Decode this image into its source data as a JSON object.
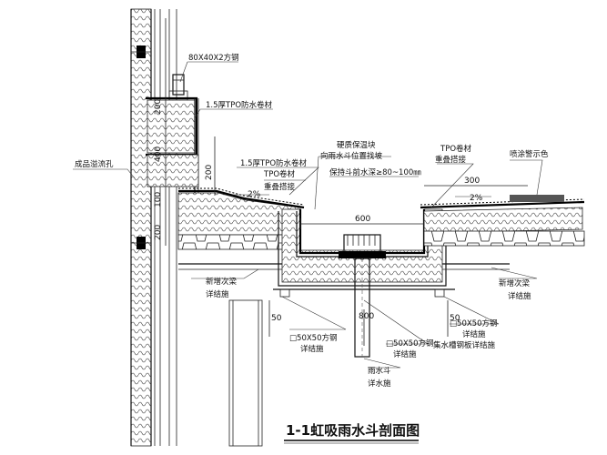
{
  "labels": {
    "steel_80": "80X40X2方钢",
    "tpo_15_top": "1.5厚TPO防水卷材",
    "overflow": "成品溢流孔",
    "tpo_15_mid": "1.5厚TPO防水卷材",
    "tpo_roll_l1": "TPO卷材",
    "tpo_roll_l2": "重叠搭接",
    "hard_ins_l1": "硬质保温块",
    "hard_ins_l2": "向雨水斗位置找坡",
    "keep_depth": "保持斗前水深≥80~100㎜",
    "tpo_roll_r1": "TPO卷材",
    "tpo_roll_r2": "重叠搭接",
    "paint": "喷涂警示色",
    "beam_l1": "新增次梁",
    "beam_l2": "详结施",
    "beam_r1": "新增次梁",
    "beam_r2": "详结施",
    "steel50_l1": "□50X50方钢",
    "steel50_l2": "详结施",
    "steel50_m1": "□50X50方钢",
    "steel50_m2": "详结施",
    "steel50_r1": "□50X50方钢",
    "steel50_r2": "详结施",
    "gutter_plate": "集水槽钢板详结施",
    "drain_l1": "雨水斗",
    "drain_l2": "详水施"
  },
  "dims": {
    "d400": "400",
    "d200a": "200",
    "d100": "100",
    "d200b": "200",
    "d200c": "200",
    "d600": "600",
    "d300": "300",
    "d50a": "50",
    "d50b": "50",
    "d800": "800",
    "slope_l": "2%",
    "slope_r": "2%"
  },
  "title": "1-1虹吸雨水斗剖面图"
}
